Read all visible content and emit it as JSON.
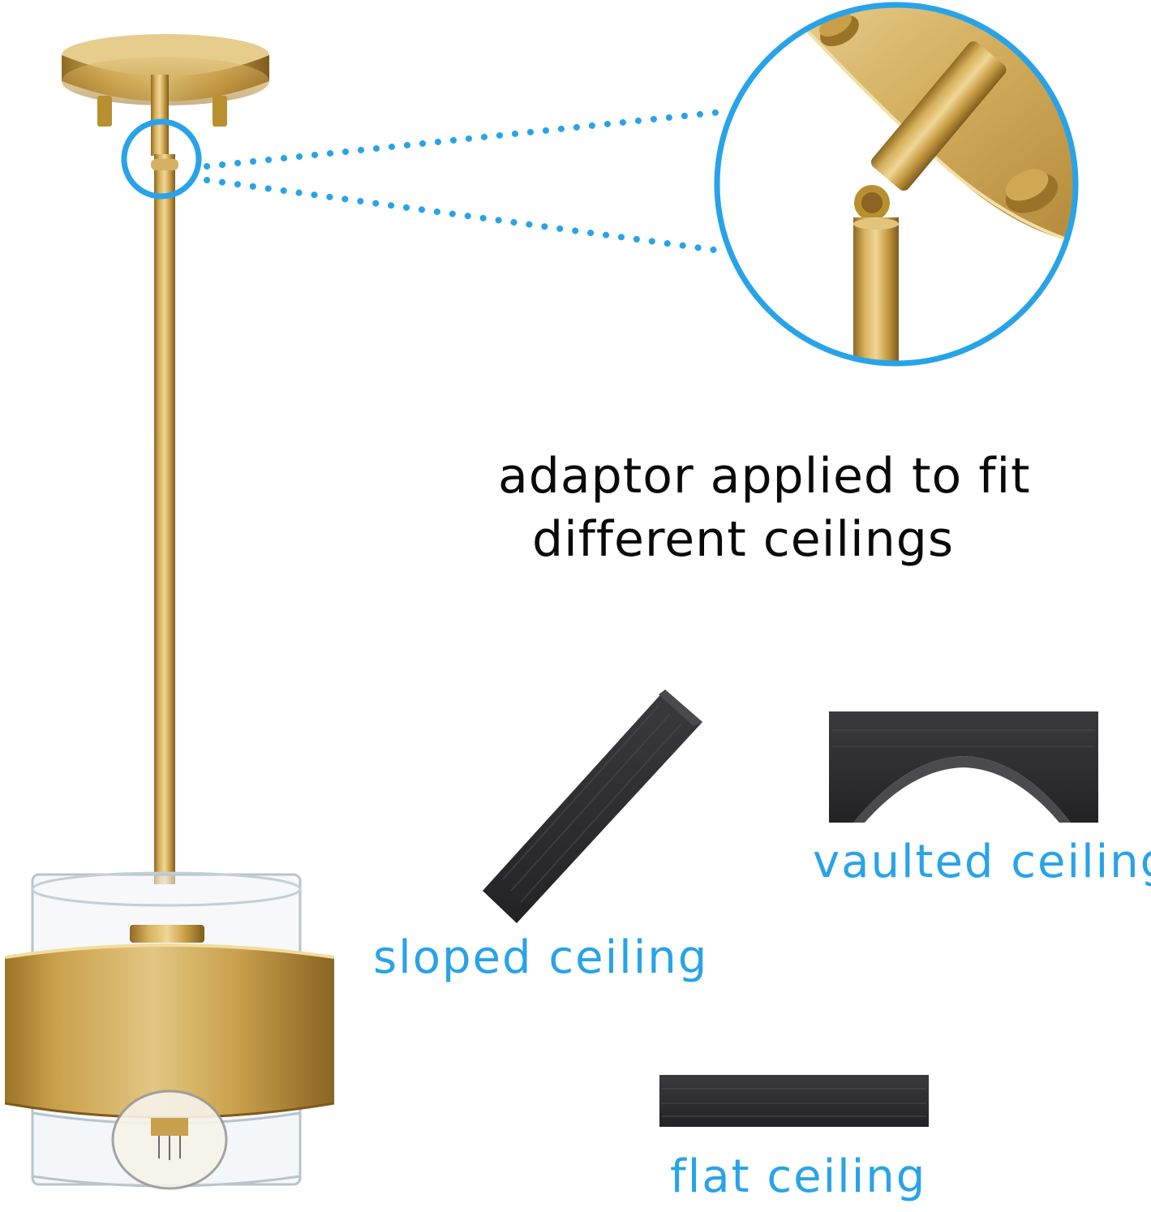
{
  "headline": {
    "line1": "adaptor applied to fit",
    "line2": "different ceilings"
  },
  "ceiling_types": {
    "sloped": "sloped ceiling",
    "vaulted": "vaulted ceiling",
    "flat": "flat ceiling"
  },
  "colors": {
    "brass": "#c9a24a",
    "accent_blue": "#29a3e8",
    "ceiling_block": "#2b2b2d",
    "text": "#0a0a0a"
  }
}
